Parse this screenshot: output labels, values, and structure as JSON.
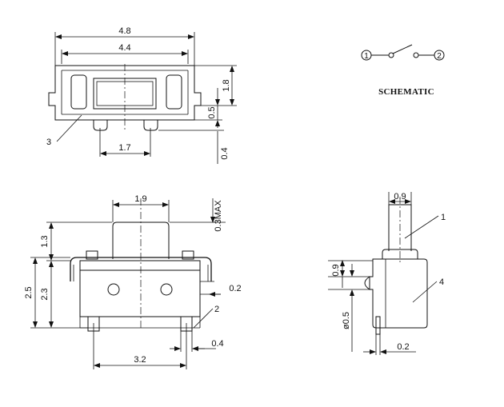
{
  "schematic": {
    "title": "SCHEMATIC",
    "terminal_1": "1",
    "terminal_2": "2"
  },
  "top_view": {
    "overall_width": "4.8",
    "inner_width": "4.4",
    "height": "1.8",
    "step": "0.5",
    "pin_pitch": "1.7",
    "pin_length": "0.4",
    "callout": "3"
  },
  "front_view": {
    "actuator_width": "1.9",
    "actuator_max": "0.3MAX",
    "actuator_height": "1.3",
    "body_total": "2.5",
    "body_height": "2.3",
    "lead_gap": "0.2",
    "pin_pitch": "3.2",
    "pin_width": "0.4",
    "callout": "2"
  },
  "side_view": {
    "actuator_width": "0.9",
    "offset": "0.9",
    "boss_dia": "ø0.5",
    "lead_thickness": "0.2",
    "callout_actuator": "1",
    "callout_body": "4"
  }
}
